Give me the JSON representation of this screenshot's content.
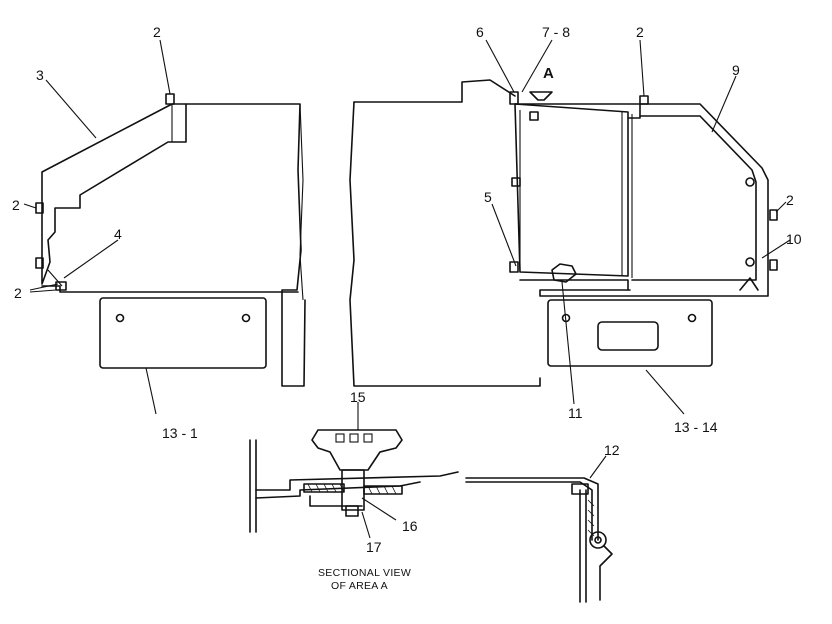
{
  "callouts": {
    "c2": "2",
    "c3": "3",
    "c4": "4",
    "c5": "5",
    "c6": "6",
    "c7_8": "7 - 8",
    "c9": "9",
    "c10": "10",
    "c11": "11",
    "c12": "12",
    "c13_1": "13 - 1",
    "c13_14": "13 - 14",
    "c15": "15",
    "c16": "16",
    "c17": "17"
  },
  "area_label": "A",
  "section_caption": {
    "line1": "SECTIONAL VIEW",
    "line2": "OF AREA A"
  }
}
